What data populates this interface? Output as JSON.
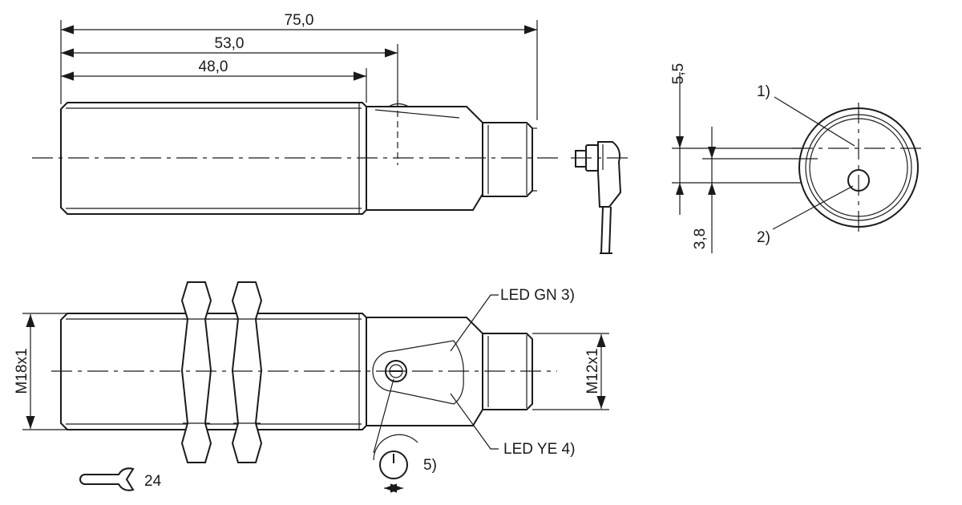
{
  "dimensions": {
    "overall_length": "75,0",
    "length_to_adjuster": "53,0",
    "thread_length": "48,0",
    "offset_upper": "5,5",
    "offset_lower": "3,8",
    "main_thread": "M18x1",
    "connector_thread": "M12x1",
    "wrench_size": "24"
  },
  "callouts": {
    "note_1": "1)",
    "note_2": "2)",
    "led_green": "LED GN 3)",
    "led_yellow": "LED YE 4)",
    "note_5": "5)"
  }
}
